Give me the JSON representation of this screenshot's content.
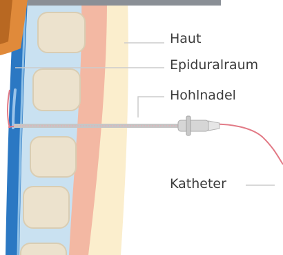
{
  "labels": {
    "skin": "Haut",
    "epidural_space": "Epiduralraum",
    "needle": "Hohlnadel",
    "catheter": "Katheter"
  },
  "colors": {
    "skin_layer": "#fbeecd",
    "muscle_layer": "#f3b8a3",
    "tissue_layer": "#c9e1f1",
    "spinal_canal": "#2b78c3",
    "vertebra": "#ece2cd",
    "needle": "#b9b9b9",
    "catheter": "#e27a86",
    "leader_line": "#cccccc",
    "label_text": "#3b3b3b"
  }
}
